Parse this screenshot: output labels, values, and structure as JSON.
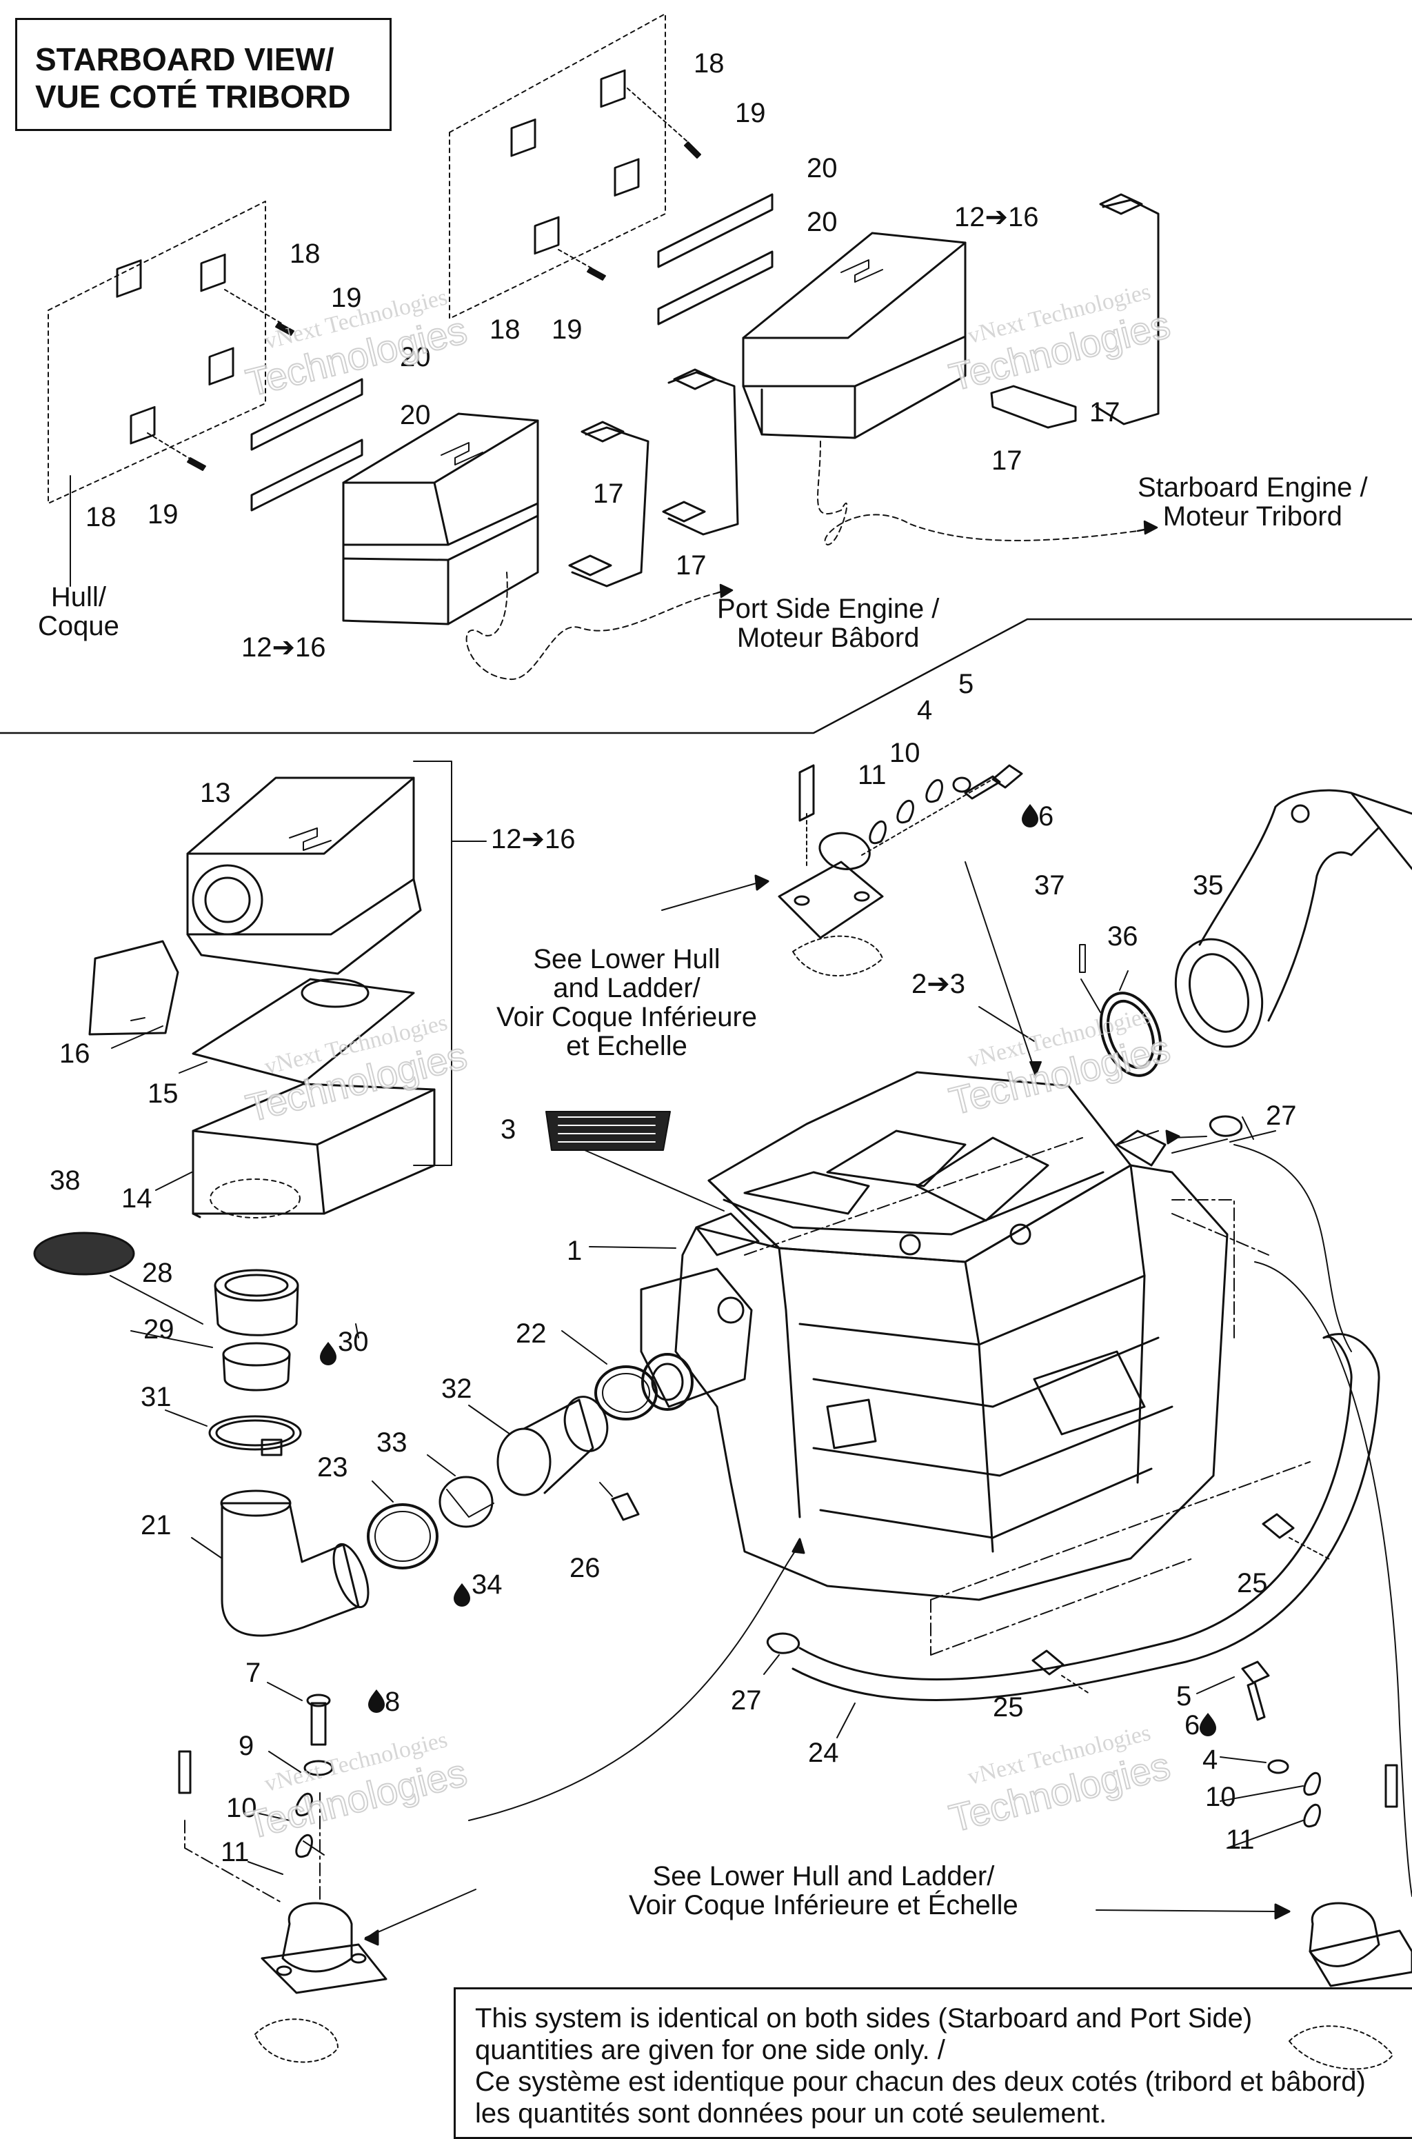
{
  "title": {
    "line1": "STARBOARD VIEW/",
    "line2": "VUE COTÉ TRIBORD"
  },
  "labels": {
    "hull": "Hull/\nCoque",
    "port_engine": "Port Side Engine /\nMoteur Bâbord",
    "starboard_engine": "Starboard Engine /\nMoteur Tribord",
    "see_lower_hull_1": "See Lower Hull\nand Ladder/\nVoir Coque Inférieure\net Echelle",
    "see_lower_hull_2": "See Lower Hull and Ladder/\nVoir Coque Inférieure et Échelle"
  },
  "note": {
    "line1": "This system is identical on both sides (Starboard and Port Side)",
    "line2": "quantities are given for one side only. /",
    "line3": "Ce système est identique pour chacun des deux cotés (tribord et bâbord)",
    "line4": "les quantités sont données pour un coté seulement."
  },
  "watermark": {
    "line1": "vNext Technologies",
    "line2": "Technologies"
  },
  "callouts": {
    "c18a": "18",
    "c19a": "19",
    "c20a": "20",
    "c20b": "20",
    "c12_16a": "12➔16",
    "c18b": "18",
    "c19b": "19",
    "c20c": "20",
    "c20d": "20",
    "c18c": "18",
    "c19c": "19",
    "c18d": "18",
    "c19d": "19",
    "c17a": "17",
    "c17b": "17",
    "c17c": "17",
    "c17d": "17",
    "c12_16b": "12➔16",
    "c13": "13",
    "c12_16c": "12➔16",
    "c16": "16",
    "c15": "15",
    "c14": "14",
    "c3": "3",
    "c1": "1",
    "c38": "38",
    "c28": "28",
    "c29": "29",
    "c30": "30",
    "c31": "31",
    "c21": "21",
    "c23": "23",
    "c33": "33",
    "c34": "34",
    "c32": "32",
    "c22": "22",
    "c26": "26",
    "c2_3": "2➔3",
    "c4a": "4",
    "c5a": "5",
    "c10a": "10",
    "c11a": "11",
    "c6a": "6",
    "c37": "37",
    "c36": "36",
    "c35": "35",
    "c27a": "27",
    "c25a": "25",
    "c27b": "27",
    "c25b": "25",
    "c24": "24",
    "c7": "7",
    "c8": "8",
    "c9": "9",
    "c10b": "10",
    "c11b": "11",
    "c5b": "5",
    "c6b": "6",
    "c4b": "4",
    "c10c": "10",
    "c11c": "11"
  }
}
